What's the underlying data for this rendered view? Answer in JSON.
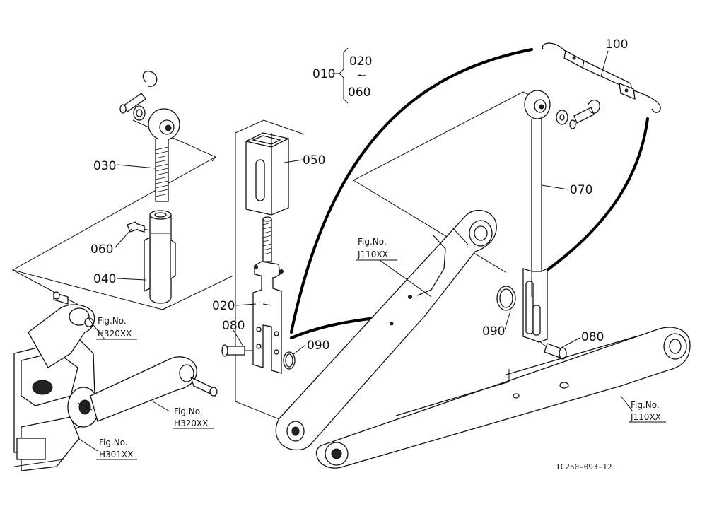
{
  "callouts": {
    "c010": "010",
    "c020_range": "020",
    "tilde": "~",
    "c060_range": "060",
    "c030": "030",
    "c040": "040",
    "c060": "060",
    "c050": "050",
    "c020": "020",
    "c080_left": "080",
    "c090_left": "090",
    "c070": "070",
    "c090_right": "090",
    "c080_right": "080",
    "c100": "100"
  },
  "figure_refs": {
    "j110_center_label": "Fig.No.",
    "j110_center_code": "J110XX",
    "h320_upper_label": "Fig.No.",
    "h320_upper_code": "H320XX",
    "h320_lower_label": "Fig.No.",
    "h320_lower_code": "H320XX",
    "h301_label": "Fig.No.",
    "h301_code": "H301XX",
    "j110_right_label": "Fig.No.",
    "j110_right_code": "J110XX"
  },
  "drawing_code": "TC250-093-12"
}
